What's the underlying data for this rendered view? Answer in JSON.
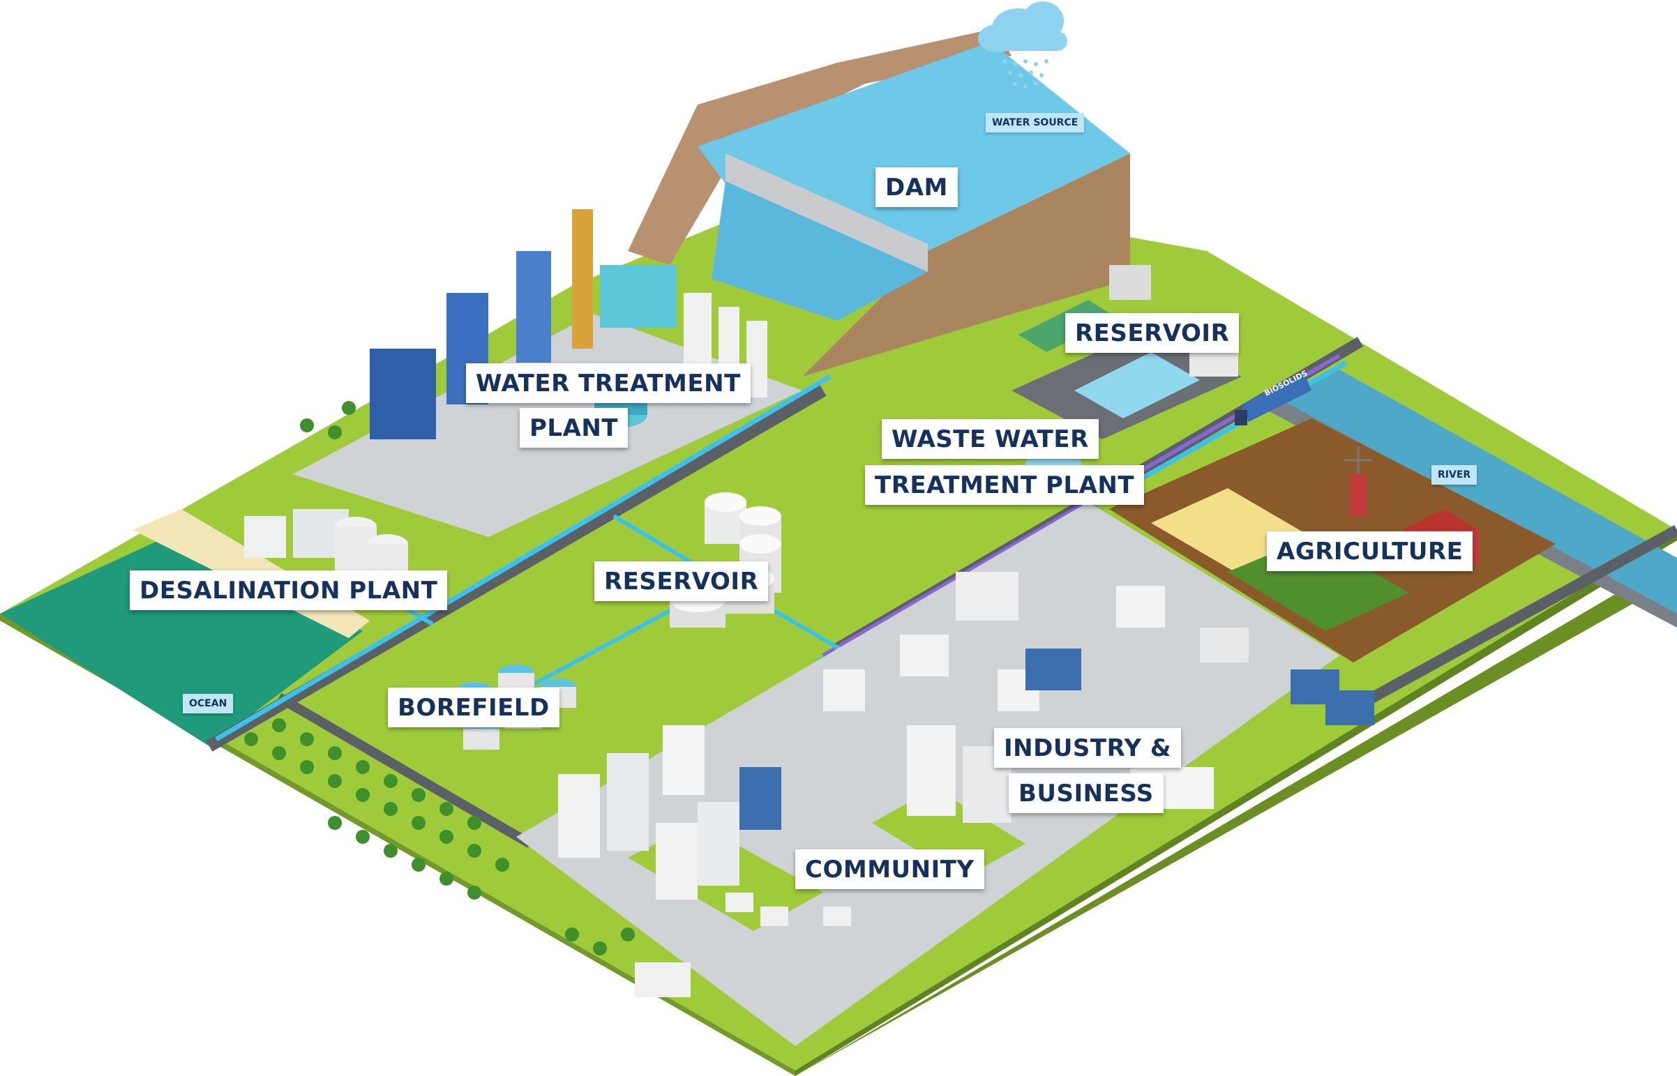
{
  "labels": {
    "dam": "DAM",
    "water_treatment_line1": "WATER TREATMENT",
    "water_treatment_line2": "PLANT",
    "reservoir_east": "RESERVOIR",
    "reservoir_central": "RESERVOIR",
    "waste_water_line1": "WASTE WATER",
    "waste_water_line2": "TREATMENT PLANT",
    "desalination": "DESALINATION PLANT",
    "agriculture": "AGRICULTURE",
    "borefield": "BOREFIELD",
    "industry_line1": "INDUSTRY &",
    "industry_line2": "BUSINESS",
    "community": "COMMUNITY"
  },
  "small_labels": {
    "water_source": "WATER SOURCE",
    "river": "RIVER",
    "ocean": "OCEAN"
  },
  "truck_text": "BIOSOLIDS",
  "colors": {
    "grass": "#9fcb3a",
    "water": "#5cc4e2",
    "ocean": "#1f9a7a",
    "road": "#5b5f66",
    "pipe_blue": "#3cc2ea",
    "pipe_purple": "#8a66d4",
    "soil": "#8a5a2b",
    "label_text": "#15325f",
    "label_bg": "#ffffff",
    "small_label_bg": "#bfe6f6"
  }
}
